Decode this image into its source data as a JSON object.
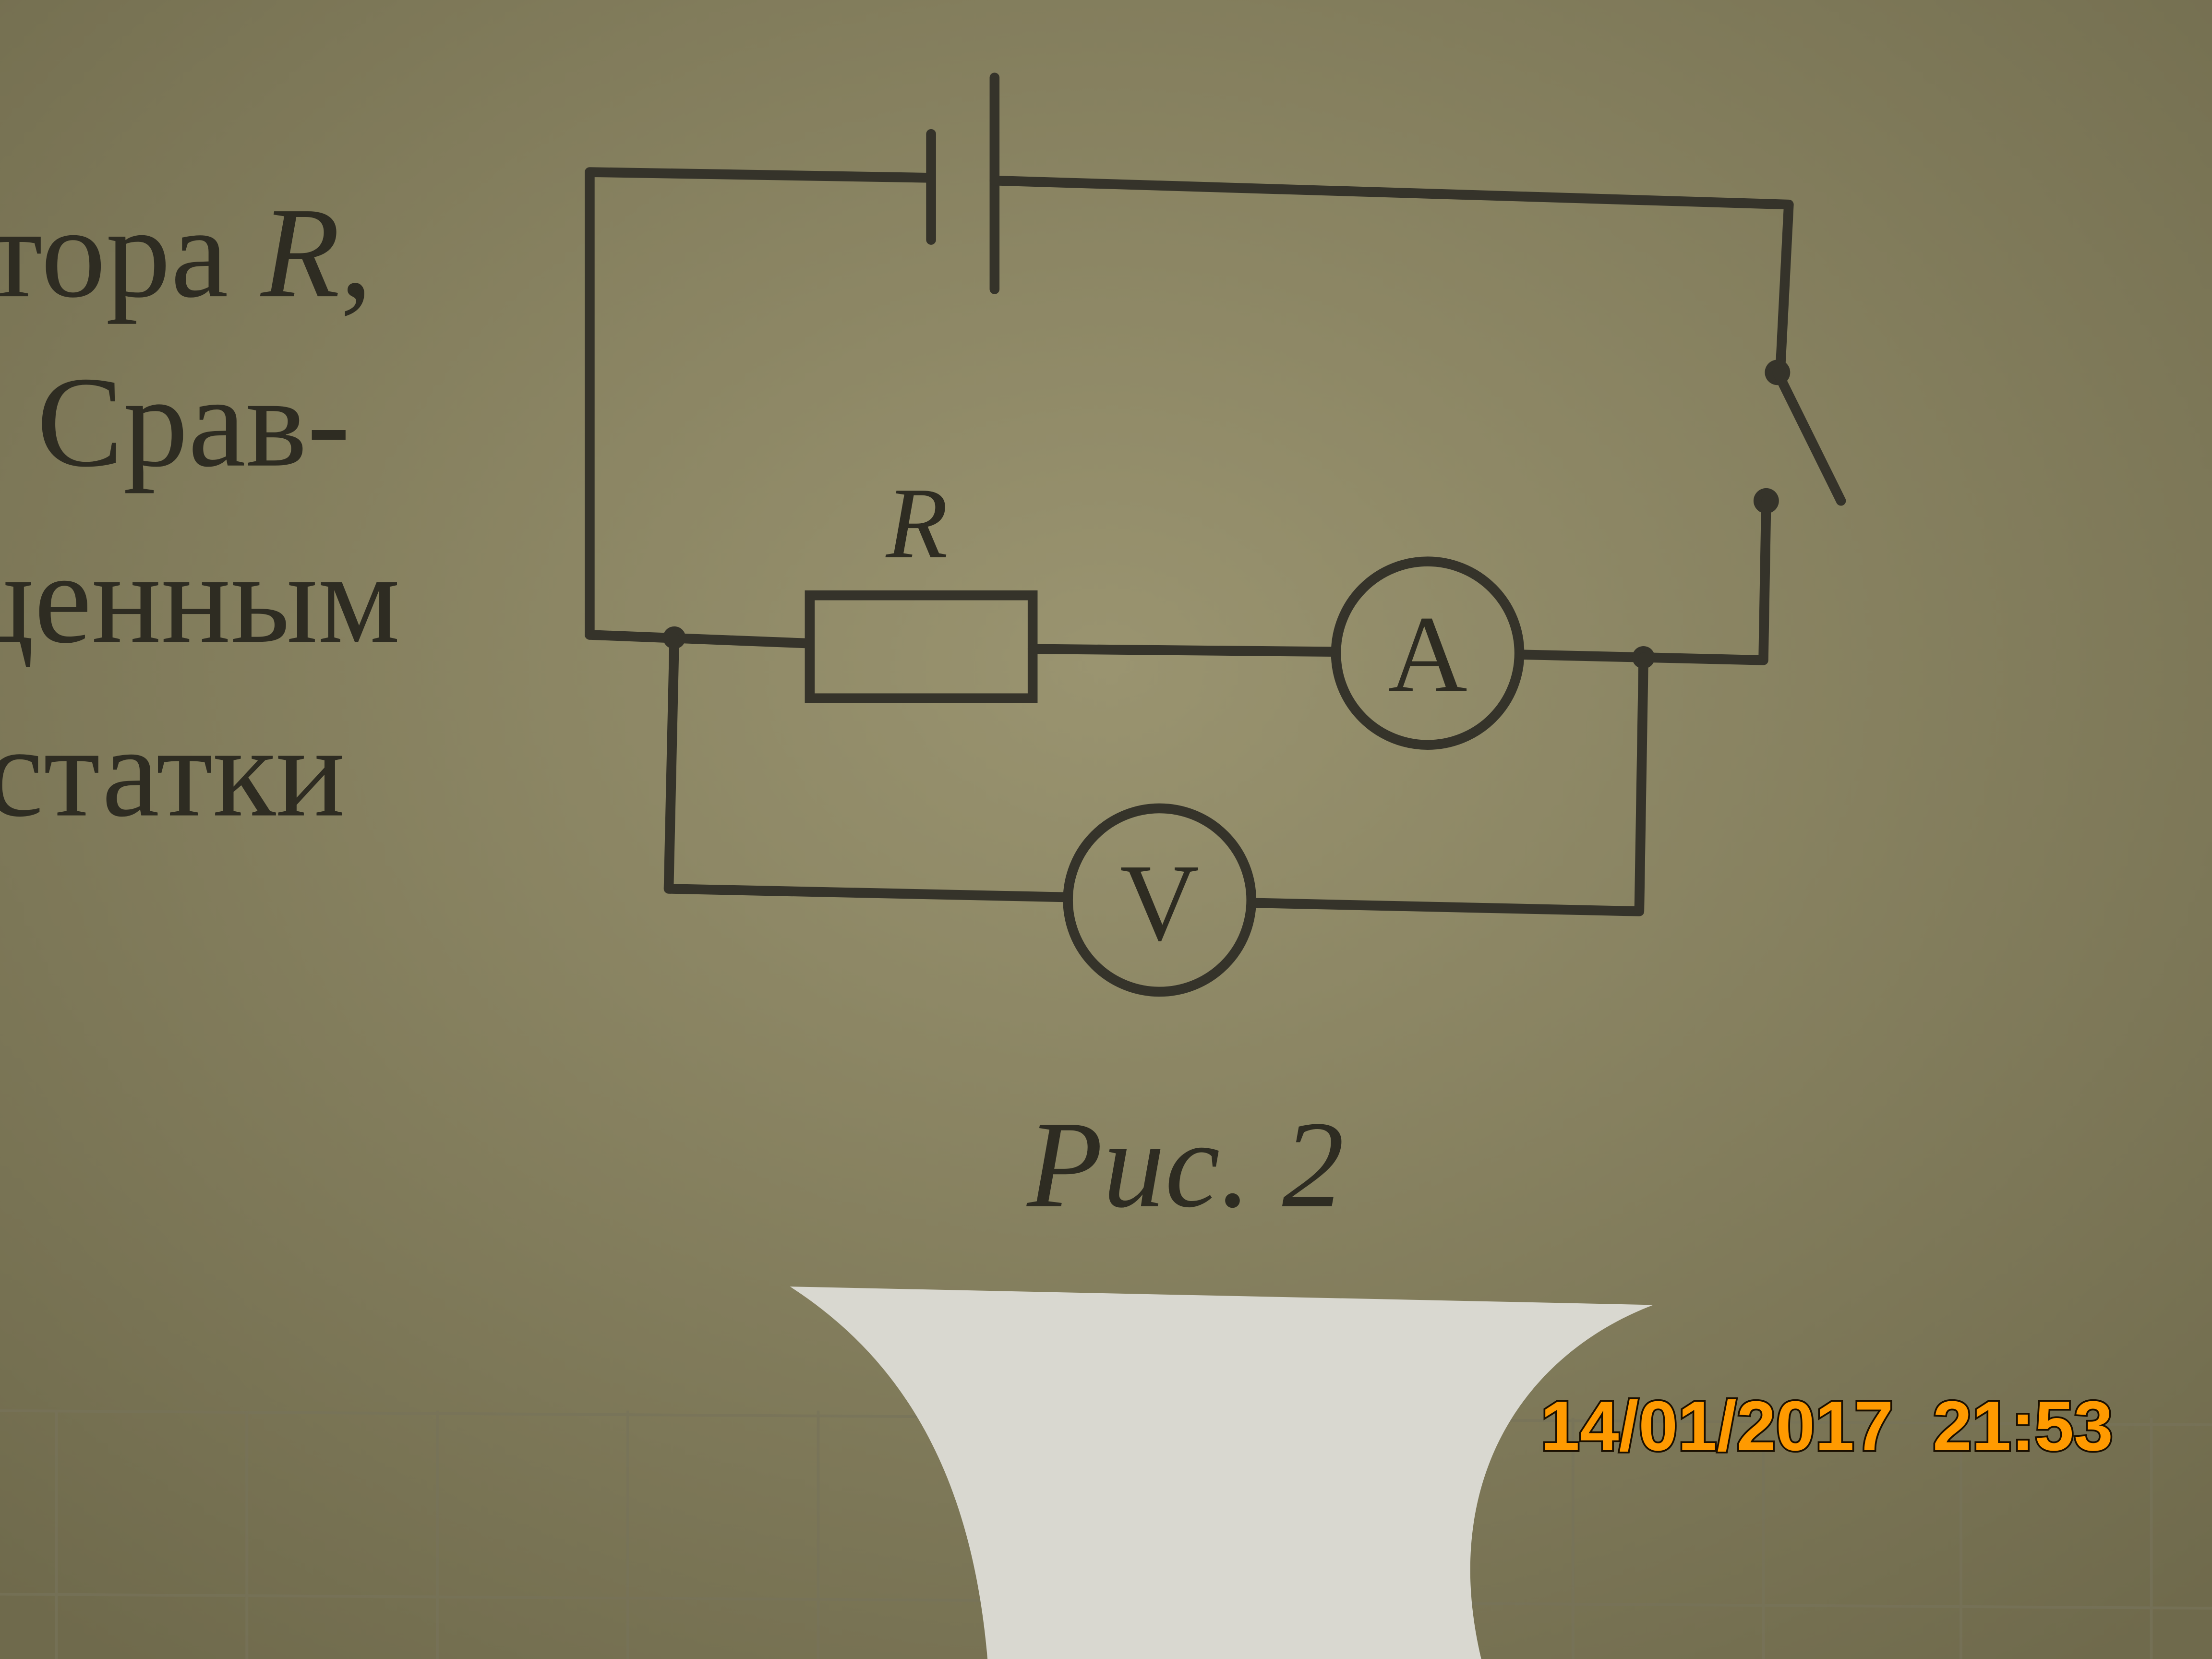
{
  "text_fragment": {
    "lines": [
      "тора ",
      ". Срав-",
      "ценным",
      "статки"
    ],
    "symbol_R": "R",
    "comma": ","
  },
  "diagram": {
    "resistor_label": "R",
    "ammeter_label": "A",
    "voltmeter_label": "V",
    "components": [
      "battery",
      "switch",
      "resistor",
      "ammeter",
      "voltmeter"
    ],
    "caption": "Рис. 2"
  },
  "timestamp": "14/01/2017  21:53",
  "colors": {
    "paper": "#8a8462",
    "ink": "#35332a",
    "timestamp": "#ff9a00"
  }
}
